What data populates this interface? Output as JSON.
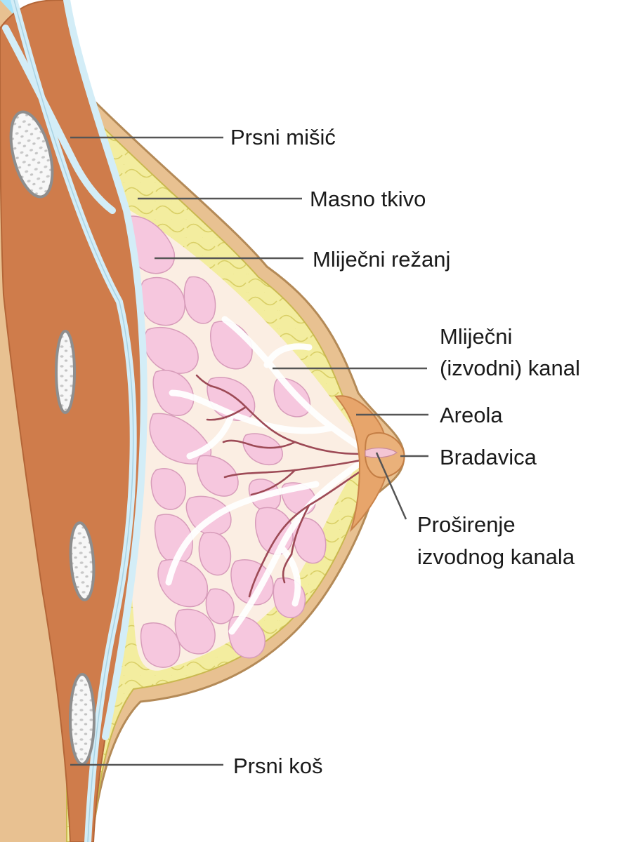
{
  "labels": {
    "pectoral_muscle": "Prsni mišić",
    "fat_tissue": "Masno tkivo",
    "milk_lobe": "Mliječni režanj",
    "milk_duct_line1": "Mliječni",
    "milk_duct_line2": "(izvodni) kanal",
    "areola": "Areola",
    "nipple": "Bradavica",
    "duct_widening_line1": "Proširenje",
    "duct_widening_line2": "izvodnog kanala",
    "rib_cage": "Prsni koš"
  },
  "colors": {
    "chest_wall": "#a8e2f7",
    "muscle": "#cf7b4b",
    "fascia": "#d6eef6",
    "fat": "#f2ec9e",
    "skin": "#e7bf8f",
    "stroma": "#fbeee4",
    "lobule": "#f5c6dd",
    "duct": "#9c4b55",
    "areola": "#e6a268",
    "bone": "#dcdcdc",
    "leader_line": "#555555"
  }
}
